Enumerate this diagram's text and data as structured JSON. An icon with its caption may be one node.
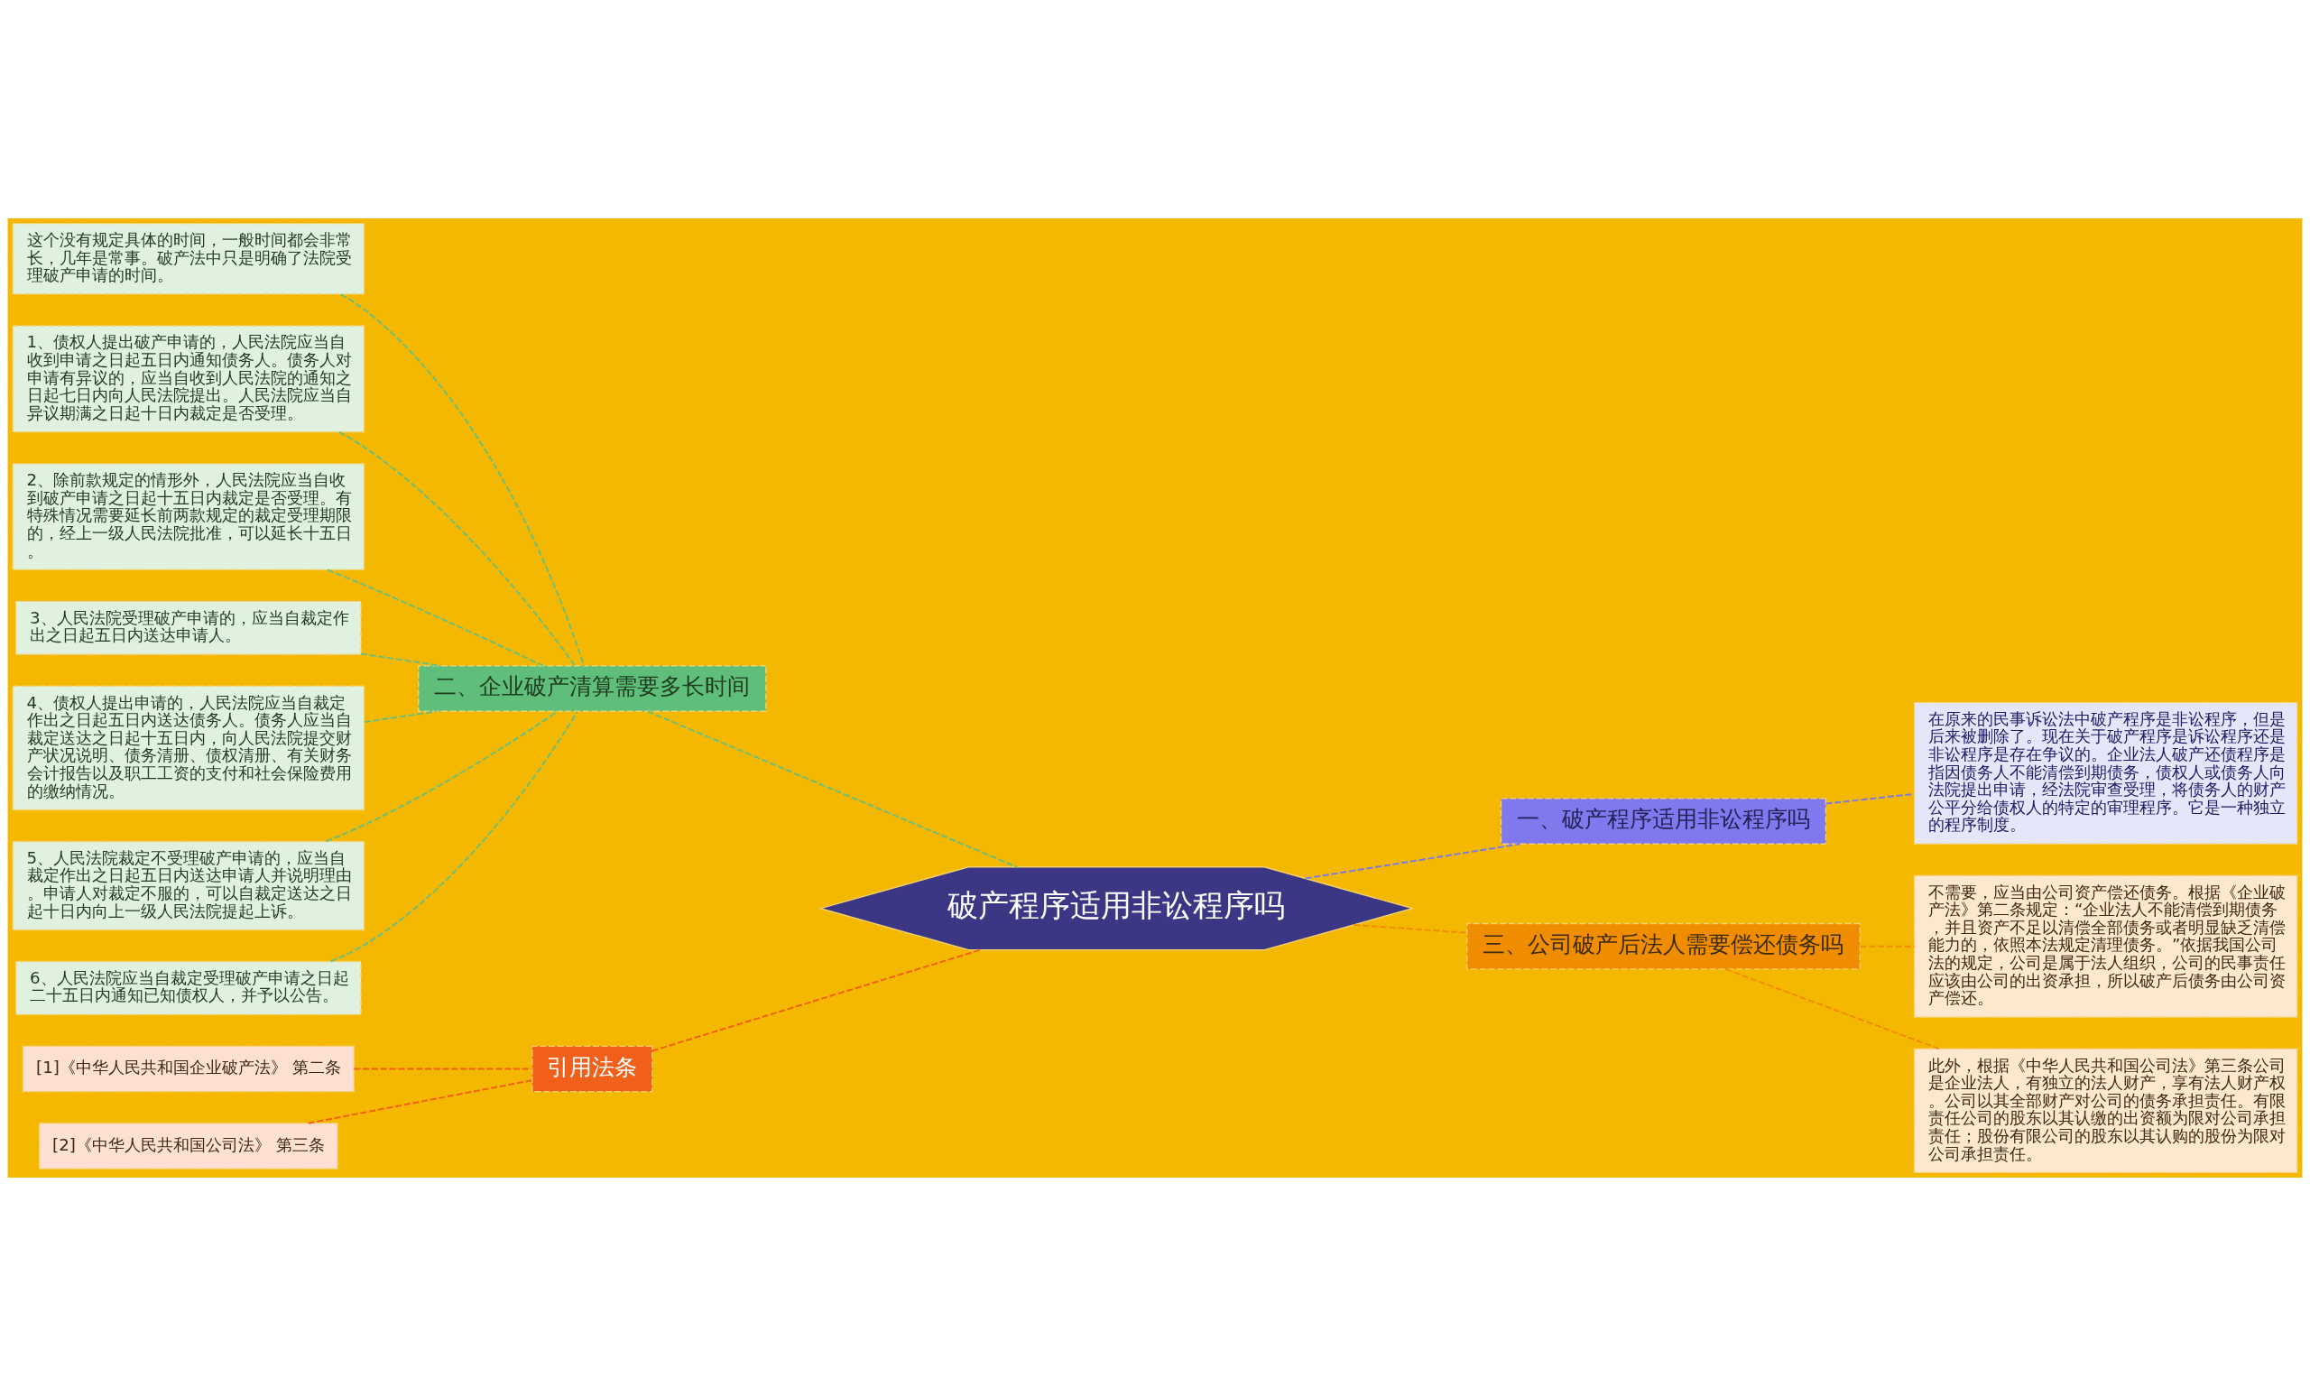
{
  "diagram": {
    "nodes": [
      {
        "text": [
          "破产程序适用非讼程序吗"
        ]
      },
      {
        "text": [
          "一、破产程序适用非讼程序吗"
        ]
      },
      {
        "text": [
          "在原来的民事诉讼法中破产程序是非讼程序，但是后来被删除了。现在关于破产程序是诉讼程序还是非讼程序是存在争议的。企业法人破产还债程序是指因债务人不能清偿到期债务，债权人或债务人向法院提出申请，经法院审查受理，将债务人的财产公平分给债权人的特定的审理程序。它是一种独立的程序制度。"
        ]
      },
      {
        "text": [
          "二、企业破产清算需要多长时间"
        ]
      },
      {
        "text": [
          "这个没有规定具体的时间，一般时间都会非常长，几年是常事。破产法中只是明确了法院受理破产申请的时间。"
        ]
      },
      {
        "text": [
          "1、债权人提出破产申请的，人民法院应当自收到申请之日起五日内通知债务人。债务人对申请有异议的，应当自收到人民法院的通知之日起七日内向人民法院提出。人民法院应当自异议期满之日起十日内裁定是否受理。"
        ]
      },
      {
        "text": [
          "2、除前款规定的情形外，人民法院应当自收到破产申请之日起十五日内裁定是否受理。有特殊情况需要延长前两款规定的裁定受理期限的，经上一级人民法院批准，可以延长十五日。"
        ]
      },
      {
        "text": [
          "3、人民法院受理破产申请的，应当自裁定作出之日起五日内送达申请人。"
        ]
      },
      {
        "text": [
          "4、债权人提出申请的，人民法院应当自裁定作出之日起五日内送达债务人。债务人应当自裁定送达之日起十五日内，向人民法院提交财产状况说明、债务清册、债权清册、有关财务会计报告以及职工工资的支付和社会保险费用的缴纳情况。"
        ]
      },
      {
        "text": [
          "5、人民法院裁定不受理破产申请的，应当自裁定作出之日起五日内送达申请人并说明理由。申请人对裁定不服的，可以自裁定送达之日起十日内向上一级人民法院提起上诉。"
        ]
      },
      {
        "text": [
          "6、人民法院应当自裁定受理破产申请之日起二十五日内通知已知债权人，并予以公告。"
        ]
      },
      {
        "text": [
          "三、公司破产后法人需要偿还债务吗"
        ]
      },
      {
        "text": [
          "不需要，应当由公司资产偿还债务。根据《企业破产法》第二条规定：“企业法人不能清偿到期债务，并且资产不足以清偿全部债务或者明显缺乏清偿能力的，依照本法规定清理债务。”依据我国公司法的规定，公司是属于法人组织，公司的民事责任应该由公司的出资承担，所以破产后债务由公司资产偿还。"
        ]
      },
      {
        "text": [
          "此外，根据《中华人民共和国公司法》第三条公司是企业法人，有独立的法人财产，享有法人财产权。公司以其全部财产对公司的债务承担责任。有限责任公司的股东以其认缴的出资额为限对公司承担责任；股份有限公司的股东以其认购的股份为限对公司承担责任。"
        ]
      },
      {
        "text": [
          "引用法条"
        ]
      },
      {
        "text": [
          "[1]《中华人民共和国企业破产法》 第二条"
        ]
      },
      {
        "text": [
          "[2]《中华人民共和国公司法》 第三条"
        ]
      }
    ],
    "edges": [
      {
        "from": 0,
        "to": 1,
        "arrow": "none",
        "style": "dashed",
        "color": "#7b7be8"
      },
      {
        "from": 1,
        "to": 2,
        "arrow": "none",
        "style": "dashed",
        "color": "#7b7be8"
      },
      {
        "from": 0,
        "to": 3,
        "arrow": "none",
        "style": "dashed"
      },
      {
        "from": 3,
        "to": 4,
        "arrow": "none",
        "style": "dashed"
      },
      {
        "from": 3,
        "to": 5,
        "arrow": "none",
        "style": "dashed"
      },
      {
        "from": 3,
        "to": 6,
        "arrow": "none",
        "style": "dashed"
      },
      {
        "from": 3,
        "to": 7,
        "arrow": "none",
        "style": "dashed"
      },
      {
        "from": 3,
        "to": 8,
        "arrow": "none",
        "style": "dashed"
      },
      {
        "from": 3,
        "to": 9,
        "arrow": "none",
        "style": "dashed"
      },
      {
        "from": 3,
        "to": 10,
        "arrow": "none",
        "style": "dashed"
      },
      {
        "from": 0,
        "to": 11,
        "arrow": "none",
        "style": "dashed",
        "color": "#f08c00"
      },
      {
        "from": 11,
        "to": 12,
        "arrow": "none",
        "style": "dashed",
        "color": "#f08c00"
      },
      {
        "from": 11,
        "to": 13,
        "arrow": "none",
        "style": "dashed",
        "color": "#f08c00"
      },
      {
        "from": 0,
        "to": 14,
        "arrow": "none",
        "style": "dashed",
        "color": "#f0601a"
      },
      {
        "from": 14,
        "to": 15,
        "arrow": "none",
        "style": "dashed",
        "color": "#f0601a"
      },
      {
        "from": 14,
        "to": 16,
        "arrow": "none",
        "style": "dashed",
        "color": "#f0601a"
      }
    ]
  }
}
